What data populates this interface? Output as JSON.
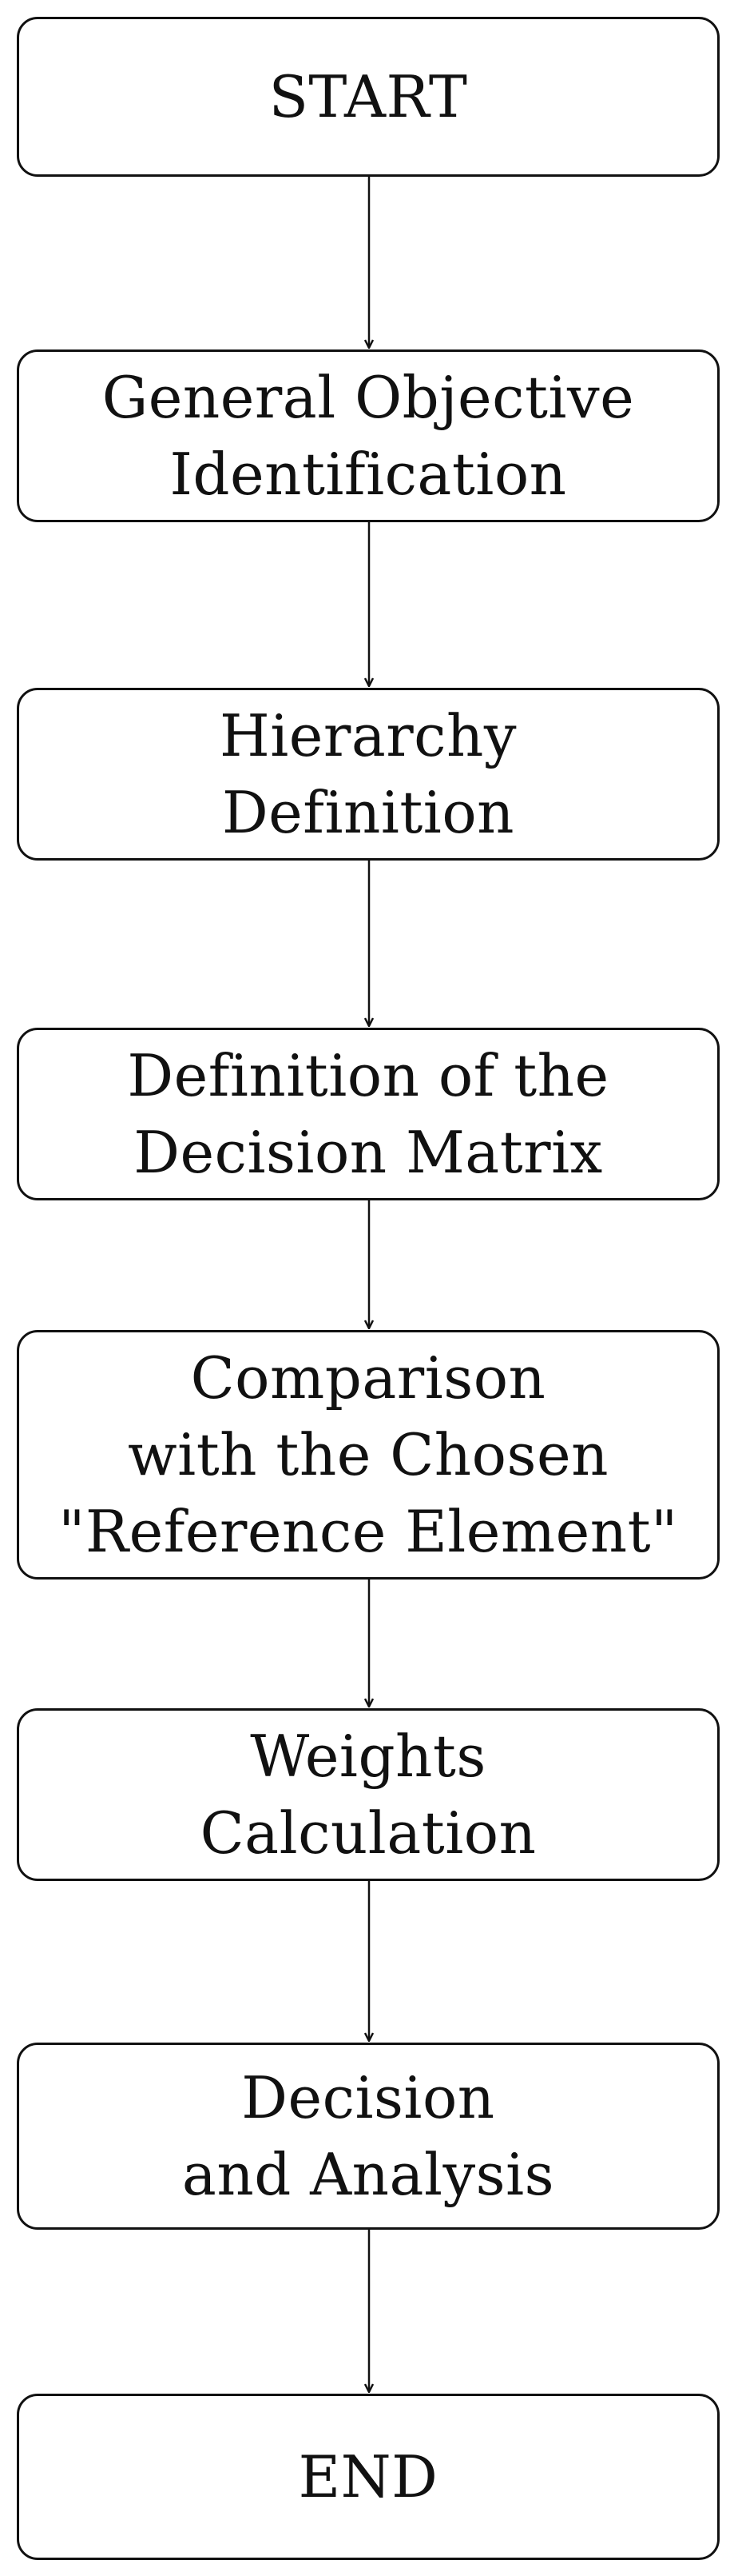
{
  "flowchart": {
    "nodes": [
      {
        "id": "start",
        "lines": [
          "START"
        ]
      },
      {
        "id": "objective",
        "lines": [
          "General Objective",
          "Identification"
        ]
      },
      {
        "id": "hierarchy",
        "lines": [
          "Hierarchy",
          "Definition"
        ]
      },
      {
        "id": "matrix",
        "lines": [
          "Definition of the",
          "Decision Matrix"
        ]
      },
      {
        "id": "comparison",
        "lines": [
          "Comparison",
          "with the Chosen",
          "\"Reference Element\""
        ]
      },
      {
        "id": "weights",
        "lines": [
          "Weights",
          "Calculation"
        ]
      },
      {
        "id": "decision",
        "lines": [
          "Decision",
          "and Analysis"
        ]
      },
      {
        "id": "end",
        "lines": [
          "END"
        ]
      }
    ],
    "edges": [
      [
        "start",
        "objective"
      ],
      [
        "objective",
        "hierarchy"
      ],
      [
        "hierarchy",
        "matrix"
      ],
      [
        "matrix",
        "comparison"
      ],
      [
        "comparison",
        "weights"
      ],
      [
        "weights",
        "decision"
      ],
      [
        "decision",
        "end"
      ]
    ]
  }
}
